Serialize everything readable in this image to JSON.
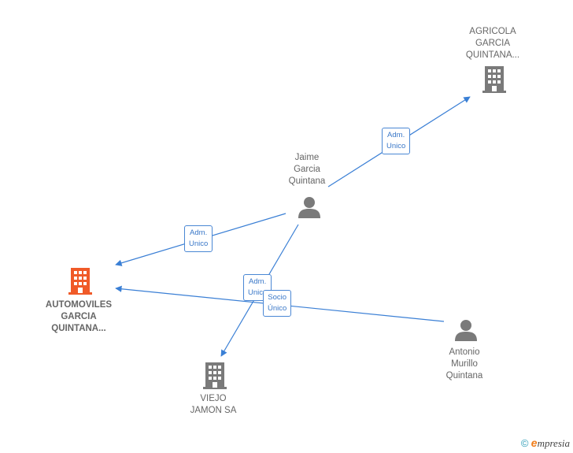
{
  "nodes": {
    "agricola": {
      "lines": [
        "AGRICOLA",
        "GARCIA",
        "QUINTANA..."
      ],
      "icon": "building-icon",
      "color": "#7a7a7a"
    },
    "jaime": {
      "lines": [
        "Jaime",
        "Garcia",
        "Quintana"
      ],
      "icon": "person-icon",
      "color": "#7a7a7a"
    },
    "automoviles": {
      "lines": [
        "AUTOMOVILES",
        "GARCIA",
        "QUINTANA..."
      ],
      "icon": "building-icon",
      "color": "#f05a28"
    },
    "viejo": {
      "lines": [
        "VIEJO",
        "JAMON SA"
      ],
      "icon": "building-icon",
      "color": "#7a7a7a"
    },
    "antonio": {
      "lines": [
        "Antonio",
        "Murillo",
        "Quintana"
      ],
      "icon": "person-icon",
      "color": "#7a7a7a"
    }
  },
  "edges": {
    "jaime_agricola": [
      "Adm.",
      "Unico"
    ],
    "jaime_automoviles": [
      "Adm.",
      "Unico"
    ],
    "jaime_viejo": [
      "Adm.",
      "Unico"
    ],
    "antonio_automoviles": [
      "Socio",
      "Único"
    ]
  },
  "colors": {
    "edge": "#3a7fd5",
    "main_company": "#f05a28",
    "entity": "#7a7a7a"
  },
  "footer": {
    "copyright": "©",
    "brand_e": "e",
    "brand_rest": "mpresia"
  }
}
